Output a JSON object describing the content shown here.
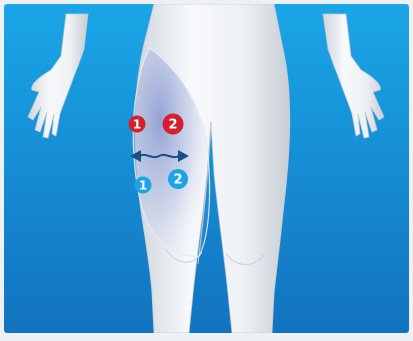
{
  "colors": {
    "background_top": "#1aa6e8",
    "background_bottom": "#1273bf",
    "skin_light": "#f4f6f8",
    "skin_shadow": "#c9d0d8",
    "injection_zone": "#9aa9d6",
    "red_marker": "#d4202c",
    "blue_marker": "#1ea4e6",
    "arrow": "#1d4e86"
  },
  "icons": {
    "arrow": "double-headed-wavy-arrow-icon"
  },
  "markers": {
    "red": [
      {
        "label": "1"
      },
      {
        "label": "2"
      }
    ],
    "blue": [
      {
        "label": "1"
      },
      {
        "label": "2"
      }
    ]
  }
}
